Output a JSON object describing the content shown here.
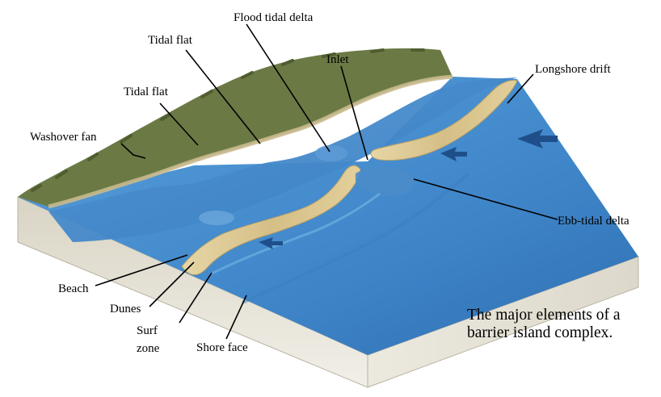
{
  "labels": {
    "flood_tidal_delta": "Flood tidal delta",
    "tidal_flat_upper": "Tidal flat",
    "tidal_flat_lower": "Tidal flat",
    "inlet": "Inlet",
    "longshore_drift": "Longshore drift",
    "washover_fan": "Washover fan",
    "ebb_tidal_delta": "Ebb-tidal delta",
    "beach": "Beach",
    "dunes": "Dunes",
    "surf_zone_line1": "Surf",
    "surf_zone_line2": "zone",
    "shore_face": "Shore face"
  },
  "caption": {
    "line1": "The major elements of a",
    "line2": "barrier island complex."
  },
  "colors": {
    "water": "#3f86c9",
    "water_deep": "#2f6fb3",
    "sand": "#d8c48f",
    "land": "#6b7a45",
    "block_side": "#e6e3d8"
  }
}
